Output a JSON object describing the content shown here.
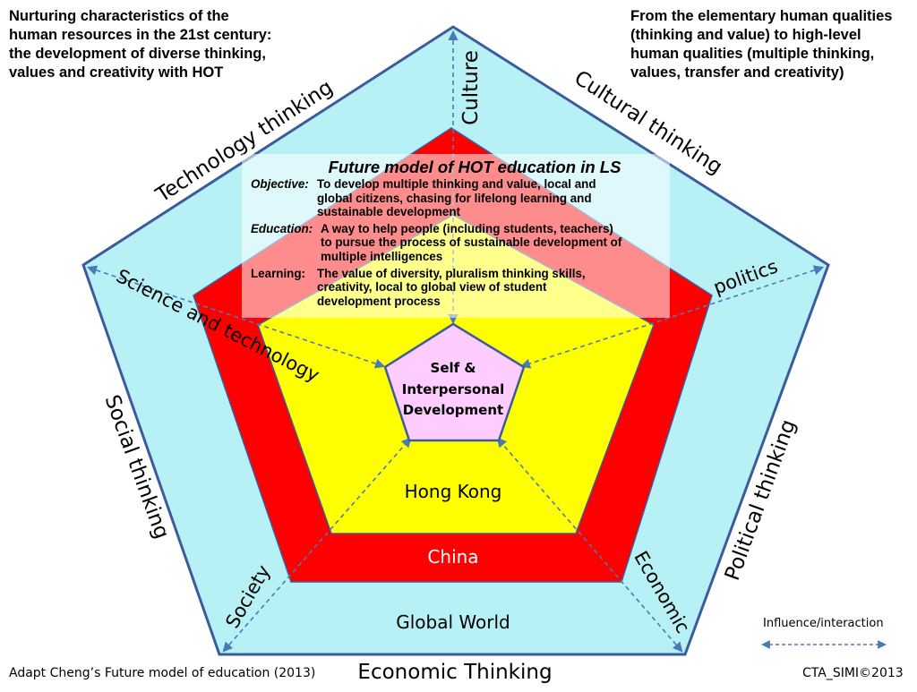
{
  "notes": {
    "top_left": "Nurturing characteristics of the\nhuman resources in the 21st century:\nthe development of diverse thinking,\nvalues and creativity with HOT",
    "top_right": "From the elementary human qualities\n(thinking and value) to high-level\nhuman qualities (multiple thinking,\nvalues, transfer and creativity)"
  },
  "outer_labels": {
    "technology": "Technology thinking",
    "cultural": "Cultural thinking",
    "social": "Social thinking",
    "political": "Political thinking",
    "economic": "Economic Thinking"
  },
  "inner_labels": {
    "culture": "Culture",
    "politics": "politics",
    "science": "Science and technology",
    "society": "Society",
    "economic": "Economic"
  },
  "layers": {
    "global": "Global World",
    "china": "China",
    "hong_kong": "Hong Kong",
    "core": [
      "Self &",
      "Interpersonal",
      "Development"
    ]
  },
  "objective_box": {
    "title": "Future model of HOT education in LS",
    "objective_label": "Objective:",
    "objective_text": "To develop multiple thinking and value, local and\nglobal citizens, chasing for lifelong learning and\nsustainable development",
    "education_label": "Education:",
    "education_text": "A way to help people (including students, teachers)\n to pursue the process of sustainable development of\nmultiple intelligences",
    "learning_label": "Learning:",
    "learning_text": "The value of diversity, pluralism thinking skills,\ncreativity, local  to global view of student\ndevelopment process"
  },
  "legend": {
    "label": "Influence/interaction"
  },
  "footer": {
    "left": "Adapt  Cheng’s Future model of education (2013)",
    "right": "CTA_SIMI©2013"
  },
  "colors": {
    "outer_fill": "#b7f0f5",
    "outer_stroke": "#3b5b9d",
    "red_fill": "#ff0000",
    "yellow_fill": "#ffff00",
    "core_fill": "#ffccff",
    "arrow": "#4a7ab8"
  }
}
